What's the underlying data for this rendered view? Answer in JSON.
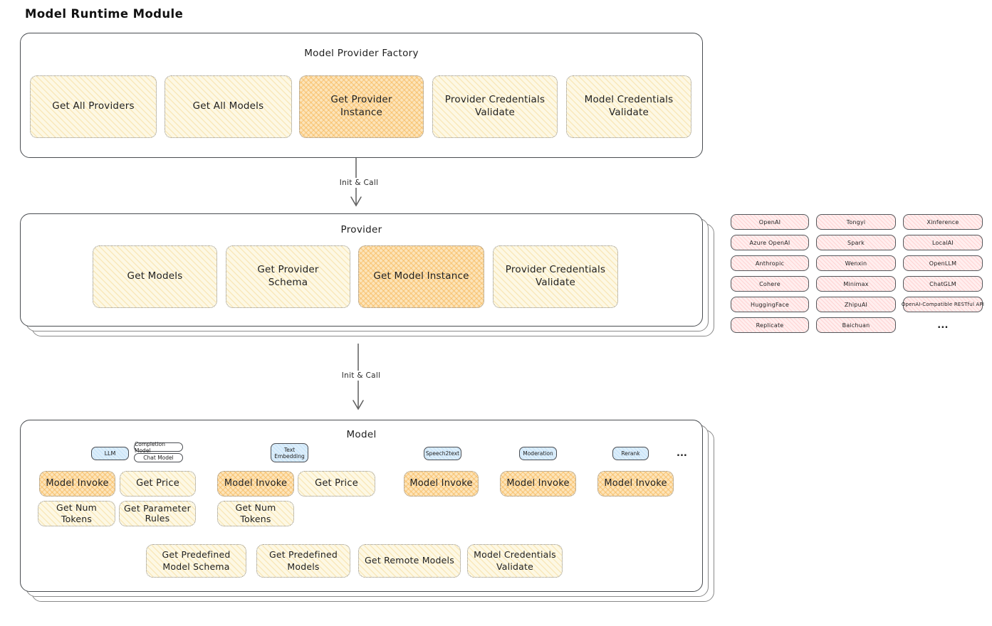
{
  "page": {
    "title": "Model Runtime Module"
  },
  "colors": {
    "card_yellow": "#fdf8e4",
    "card_highlight": "#fce4ba",
    "chip_pink": "#ffeeee",
    "tab_blue": "#dceefb",
    "stroke_dark": "#494c50",
    "stroke_gray": "#8a8a8a"
  },
  "factory": {
    "title": "Model Provider Factory",
    "cards": [
      {
        "label": "Get All Providers",
        "highlighted": false
      },
      {
        "label": "Get All Models",
        "highlighted": false
      },
      {
        "label": "Get Provider Instance",
        "highlighted": true
      },
      {
        "label": "Provider Credentials Validate",
        "highlighted": false
      },
      {
        "label": "Model Credentials Validate",
        "highlighted": false
      }
    ]
  },
  "arrow1": {
    "label": "Init & Call"
  },
  "provider": {
    "title": "Provider",
    "cards": [
      {
        "label": "Get Models",
        "highlighted": false
      },
      {
        "label": "Get Provider Schema",
        "highlighted": false
      },
      {
        "label": "Get Model Instance",
        "highlighted": true
      },
      {
        "label": "Provider Credentials Validate",
        "highlighted": false
      }
    ]
  },
  "providers_grid": {
    "items": [
      "OpenAI",
      "Tongyi",
      "Xinference",
      "Azure OpenAI",
      "Spark",
      "LocalAI",
      "Anthropic",
      "Wenxin",
      "OpenLLM",
      "Cohere",
      "Minimax",
      "ChatGLM",
      "HuggingFace",
      "ZhipuAI",
      "OpenAI-Compatible RESTful API",
      "Replicate",
      "Baichuan"
    ],
    "ellipsis": "..."
  },
  "arrow2": {
    "label": "Init & Call"
  },
  "model": {
    "title": "Model",
    "tabs_ellipsis": "...",
    "groups": [
      {
        "tab": "LLM",
        "subtabs": [
          "Completion Model",
          "Chat Model"
        ],
        "cards": [
          {
            "label": "Model Invoke",
            "highlighted": true
          },
          {
            "label": "Get Price",
            "highlighted": false
          },
          {
            "label": "Get Num Tokens",
            "highlighted": false
          },
          {
            "label": "Get Parameter Rules",
            "highlighted": false
          }
        ]
      },
      {
        "tab": "Text Embedding",
        "cards": [
          {
            "label": "Model Invoke",
            "highlighted": true
          },
          {
            "label": "Get Price",
            "highlighted": false
          },
          {
            "label": "Get Num Tokens",
            "highlighted": false
          }
        ]
      },
      {
        "tab": "Speech2text",
        "cards": [
          {
            "label": "Model Invoke",
            "highlighted": true
          }
        ]
      },
      {
        "tab": "Moderation",
        "cards": [
          {
            "label": "Model Invoke",
            "highlighted": true
          }
        ]
      },
      {
        "tab": "Rerank",
        "cards": [
          {
            "label": "Model Invoke",
            "highlighted": true
          }
        ]
      }
    ],
    "shared_cards": [
      {
        "label": "Get Predefined Model Schema"
      },
      {
        "label": "Get Predefined Models"
      },
      {
        "label": "Get Remote Models"
      },
      {
        "label": "Model Credentials Validate"
      }
    ]
  }
}
